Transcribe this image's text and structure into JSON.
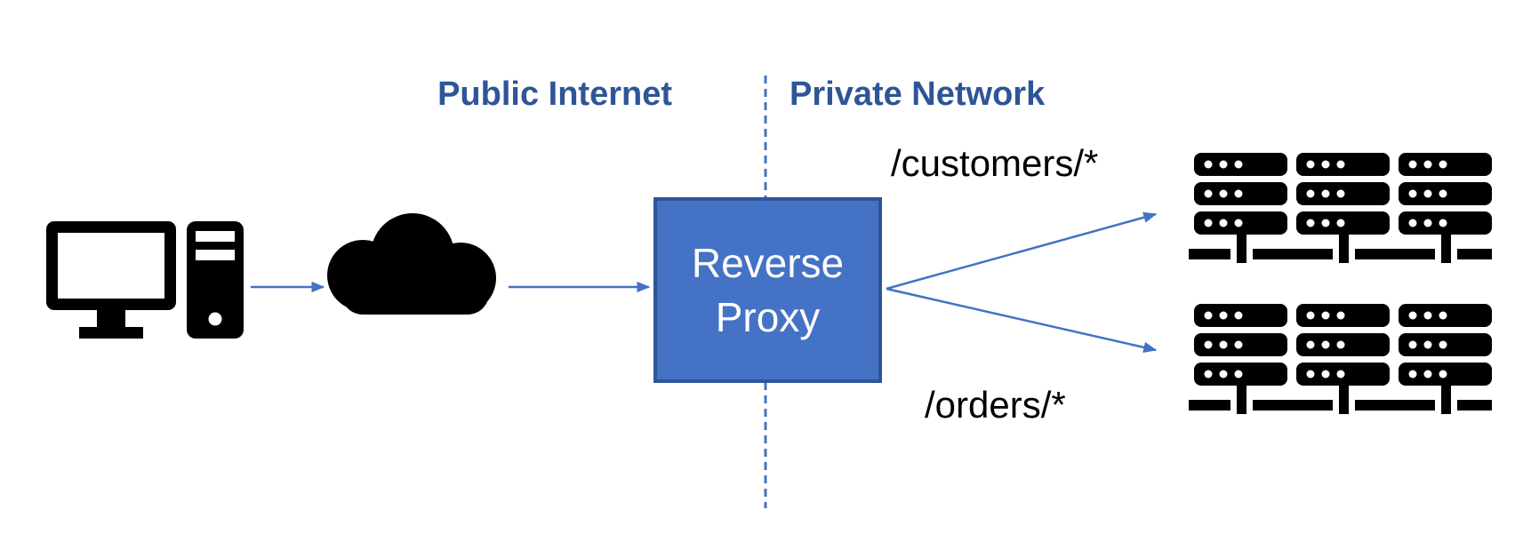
{
  "diagram": {
    "type": "architecture-diagram",
    "zones": {
      "left": "Public Internet",
      "right": "Private Network"
    },
    "nodes": {
      "client": {
        "icon": "desktop-computer-icon"
      },
      "internet": {
        "icon": "cloud-icon"
      },
      "proxy": {
        "label": "Reverse Proxy"
      },
      "customers_cluster": {
        "icon": "server-cluster-icon",
        "servers": 3
      },
      "orders_cluster": {
        "icon": "server-cluster-icon",
        "servers": 3
      }
    },
    "edges": [
      {
        "from": "client",
        "to": "internet",
        "label": ""
      },
      {
        "from": "internet",
        "to": "proxy",
        "label": ""
      },
      {
        "from": "proxy",
        "to": "customers_cluster",
        "label": "/customers/*"
      },
      {
        "from": "proxy",
        "to": "orders_cluster",
        "label": "/orders/*"
      }
    ],
    "colors": {
      "accent_blue": "#4472C4",
      "box_fill": "#4472C4",
      "box_border": "#2F5597",
      "zone_label_text": "#2E5597",
      "route_label_text": "#000000",
      "icon_black": "#000000",
      "proxy_text": "#FFFFFF",
      "background": "#FFFFFF"
    }
  }
}
